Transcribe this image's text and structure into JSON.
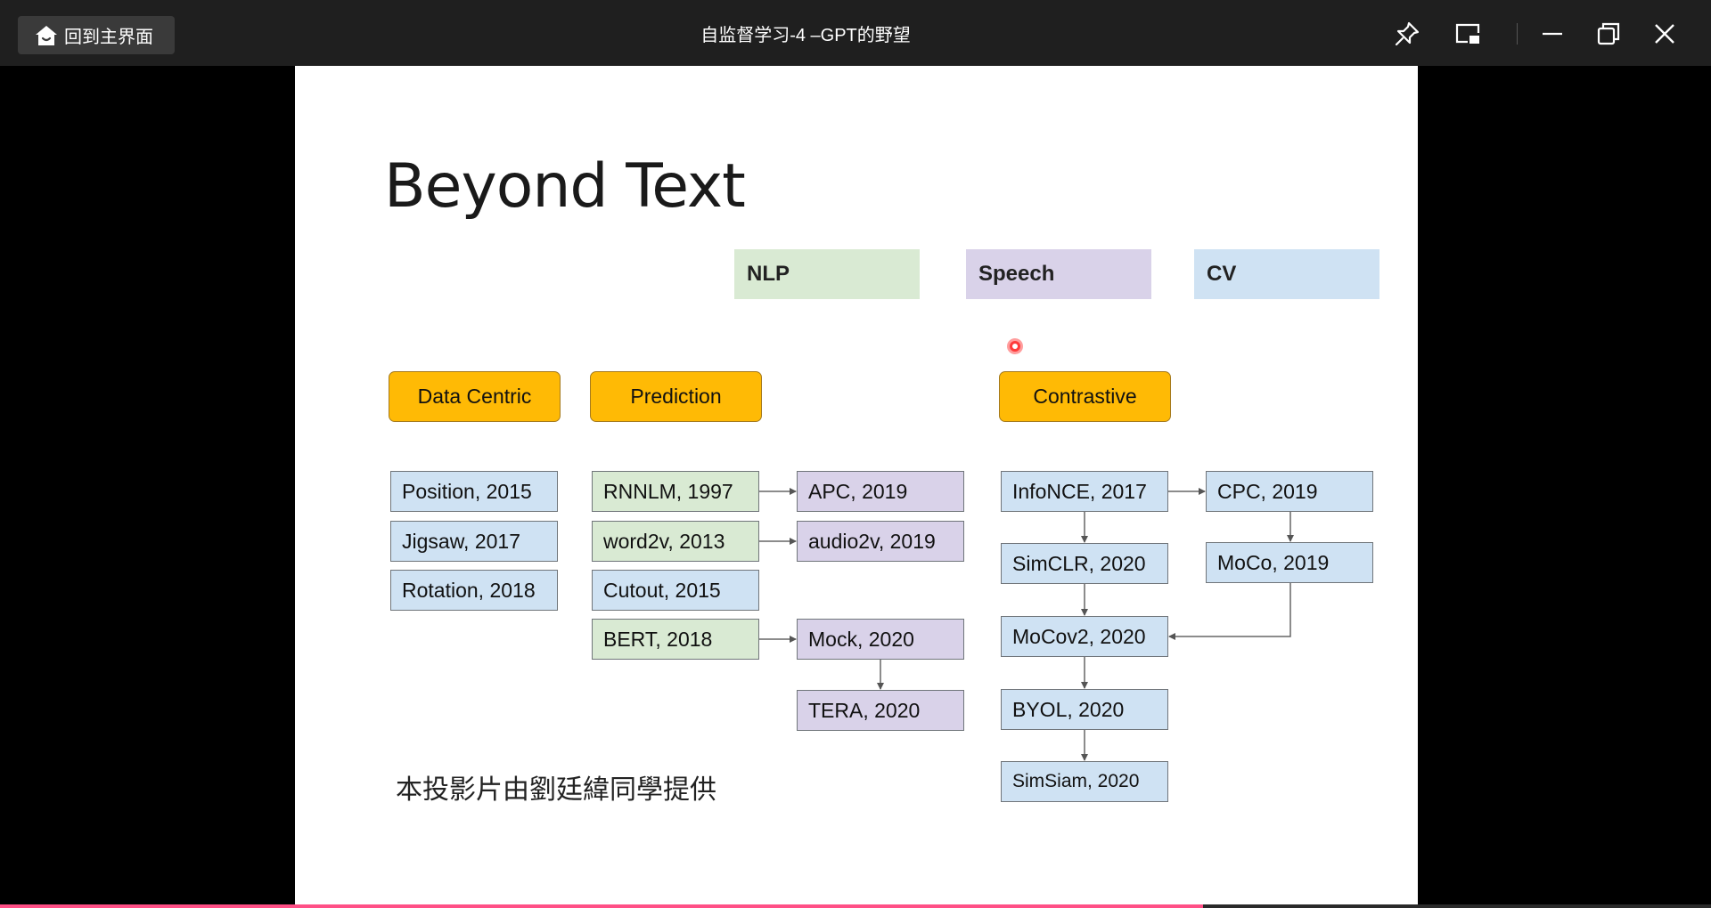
{
  "window": {
    "home_button": "回到主界面",
    "title": "自监督学习-4 –GPT的野望"
  },
  "slide": {
    "title": "Beyond Text",
    "columns": [
      "NLP",
      "Speech",
      "CV"
    ],
    "categories": [
      "Data Centric",
      "Prediction",
      "Contrastive"
    ],
    "boxes": {
      "position": "Position, 2015",
      "jigsaw": "Jigsaw, 2017",
      "rotation": "Rotation, 2018",
      "rnnlm": "RNNLM, 1997",
      "word2v": "word2v, 2013",
      "cutout": "Cutout, 2015",
      "bert": "BERT, 2018",
      "apc": "APC, 2019",
      "audio2v": "audio2v, 2019",
      "mock": "Mock, 2020",
      "tera": "TERA, 2020",
      "infonce": "InfoNCE, 2017",
      "simclr": "SimCLR, 2020",
      "mocov2": "MoCov2, 2020",
      "byol": "BYOL, 2020",
      "simsiam": "SimSiam, 2020",
      "cpc": "CPC, 2019",
      "moco": "MoCo, 2019"
    },
    "credit": "本投影片由劉廷緯同學提供"
  },
  "colors": {
    "nlp": "#d9ead3",
    "speech": "#d9d2e9",
    "cv": "#cfe2f3",
    "category": "#ffba05",
    "progress": "#ff4f86"
  },
  "playback": {
    "progress_fraction": 0.703
  },
  "icons": [
    "home-icon",
    "pin-icon",
    "picture-in-picture-icon",
    "minimize-icon",
    "restore-icon",
    "close-icon"
  ]
}
